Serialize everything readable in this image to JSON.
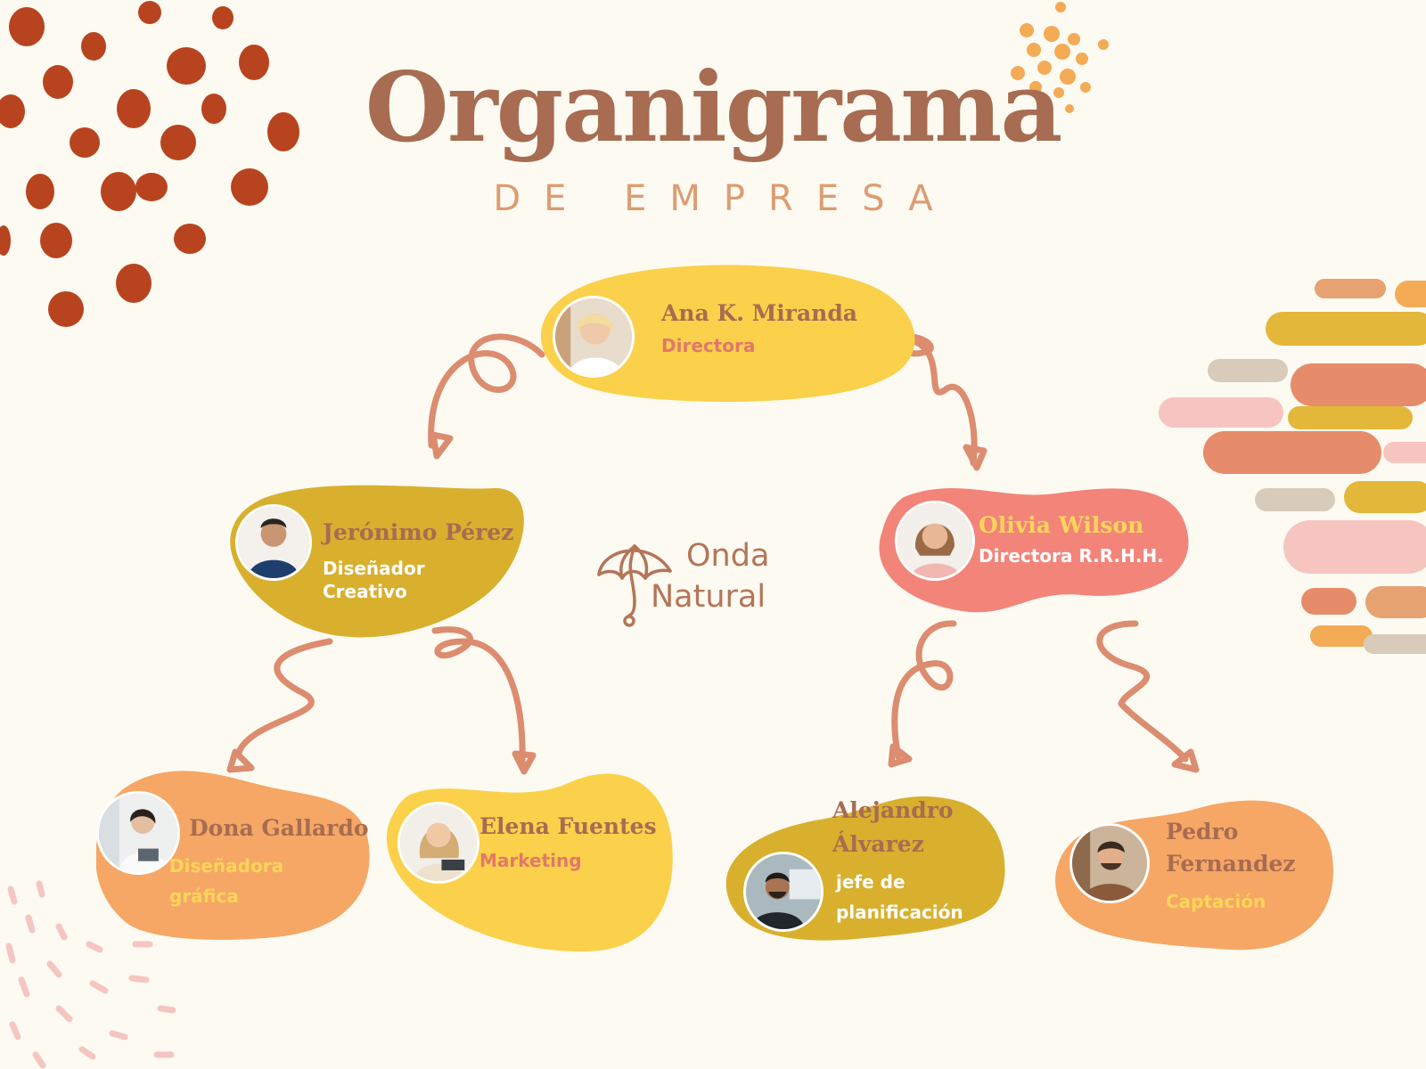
{
  "title": "Organigrama",
  "subtitle": "DE EMPRESA",
  "brand": {
    "line1": "Onda",
    "line2": "Natural",
    "icon": "leaf-umbrella-icon"
  },
  "colors": {
    "background": "#fdfaf2",
    "title": "#a76c51",
    "subtitle": "#dd9c72",
    "yellow": "#fbd14b",
    "mustard": "#d8b02e",
    "salmon": "#f3847a",
    "orange": "#f6a765",
    "arrow": "#dc8c6f",
    "brown_text": "#a76c51",
    "rust_dots": "#b8441f"
  },
  "people": {
    "ana": {
      "name": "Ana K. Miranda",
      "role": "Directora"
    },
    "jeronimo": {
      "name": "Jerónimo Pérez",
      "role_line1": "Diseñador",
      "role_line2": "Creativo"
    },
    "olivia": {
      "name": "Olivia Wilson",
      "role": "Directora R.R.H.H."
    },
    "dona": {
      "name": "Dona Gallardo",
      "role_line1": "Diseñadora",
      "role_line2": "gráfica"
    },
    "elena": {
      "name": "Elena Fuentes",
      "role": "Marketing"
    },
    "alejandro": {
      "name_line1": "Alejandro",
      "name_line2": "Álvarez",
      "role_line1": "jefe de",
      "role_line2": "planificación"
    },
    "pedro": {
      "name_line1": "Pedro",
      "name_line2": "Fernandez",
      "role": "Captación"
    }
  }
}
